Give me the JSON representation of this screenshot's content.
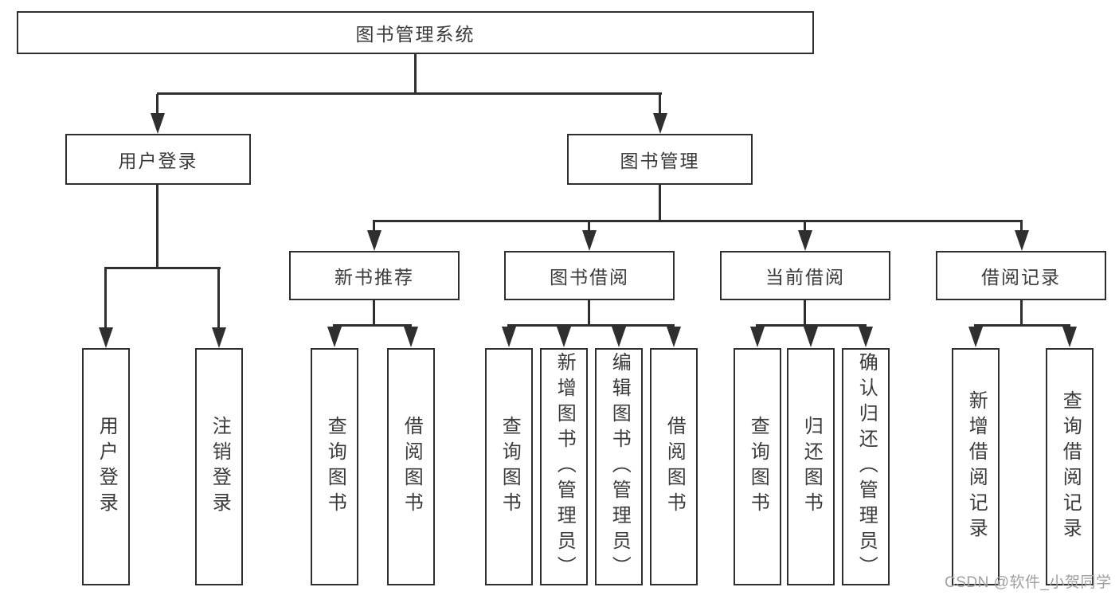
{
  "diagram": {
    "root": {
      "label": "图书管理系统"
    },
    "branches": [
      {
        "label": "用户登录"
      },
      {
        "label": "图书管理"
      }
    ],
    "modules": [
      {
        "label": "新书推荐"
      },
      {
        "label": "图书借阅"
      },
      {
        "label": "当前借阅"
      },
      {
        "label": "借阅记录"
      }
    ],
    "leaves": [
      {
        "label": "用户登录"
      },
      {
        "label": "注销登录"
      },
      {
        "label": "查询图书"
      },
      {
        "label": "借阅图书"
      },
      {
        "label": "查询图书"
      },
      {
        "label": "新增图书（管理员）"
      },
      {
        "label": "编辑图书（管理员）"
      },
      {
        "label": "借阅图书"
      },
      {
        "label": "查询图书"
      },
      {
        "label": "归还图书"
      },
      {
        "label": "确认归还（管理员）"
      },
      {
        "label": "新增借阅记录"
      },
      {
        "label": "查询借阅记录"
      }
    ]
  },
  "watermark": {
    "text": "CSDN @软件_小贺同学"
  },
  "colors": {
    "line": "#2f2f2f",
    "text": "#3a3a3a",
    "background": "#ffffff",
    "watermark": "#9f9f9f"
  }
}
